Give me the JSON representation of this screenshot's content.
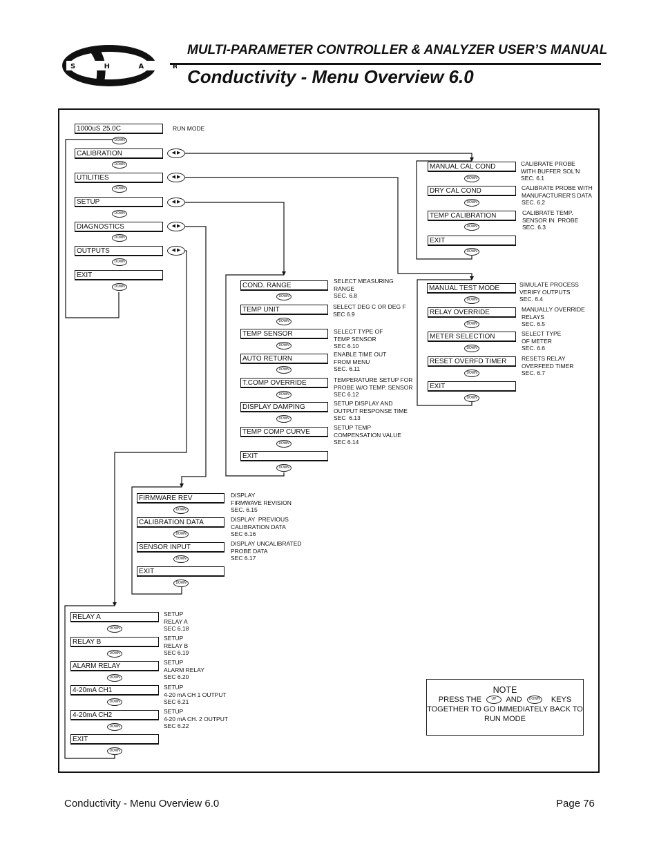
{
  "header": {
    "manual_title": "MULTI-PARAMETER CONTROLLER & ANALYZER USER’S MANUAL",
    "page_title": "Conductivity - Menu Overview 6.0",
    "logo_text": "S H A R K"
  },
  "labels": {
    "down": "DOWN",
    "up": "UP",
    "arrows": "◀ ▶"
  },
  "main_menu": {
    "display": "1000uS   25.0C",
    "display_desc": "RUN MODE",
    "items": [
      "CALIBRATION",
      "UTILITIES",
      "SETUP",
      "DIAGNOSTICS",
      "OUTPUTS",
      "EXIT"
    ]
  },
  "calibration_menu": {
    "items": [
      "MANUAL CAL COND",
      "DRY CAL COND",
      "TEMP CALIBRATION",
      "EXIT"
    ],
    "descs": [
      "CALIBRATE PROBE\nWITH BUFFER SOL'N\nSEC. 6.1",
      "CALIBRATE PROBE WITH\nMANUFACTURER'S DATA\nSEC. 6.2",
      "CALIBRATE TEMP.\nSENSOR IN  PROBE\nSEC. 6.3"
    ]
  },
  "utilities_menu": {
    "items": [
      "MANUAL TEST MODE",
      "RELAY OVERRIDE",
      "METER SELECTION",
      "RESET OVERFD TIMER",
      "EXIT"
    ],
    "descs": [
      "SIMULATE PROCESS\nVERIFY OUTPUTS\nSEC. 6.4",
      "MANUALLY OVERRIDE\nRELAYS\nSEC. 6.5",
      "SELECT TYPE\nOF METER\nSEC. 6.6",
      "RESETS RELAY\nOVERFEED TIMER\nSEC. 6.7"
    ]
  },
  "setup_menu": {
    "items": [
      "COND. RANGE",
      "TEMP UNIT",
      "TEMP SENSOR",
      "AUTO RETURN",
      "T.COMP OVERRIDE",
      "DISPLAY DAMPING",
      "TEMP COMP CURVE",
      "EXIT"
    ],
    "descs": [
      "SELECT MEASURING\nRANGE\nSEC. 6.8",
      "SELECT DEG C OR DEG F\nSEC 6.9",
      "SELECT TYPE OF\nTEMP SENSOR\nSEC 6.10",
      "ENABLE TIME OUT\nFROM MENU\nSEC. 6.11",
      "TEMPERATURE SETUP FOR\nPROBE W/O TEMP. SENSOR\nSEC 6.12",
      "SETUP DISPLAY AND\nOUTPUT RESPONSE TIME\nSEC  6.13",
      "SETUP TEMP\nCOMPENSATION VALUE\nSEC 6.14"
    ]
  },
  "diagnostics_menu": {
    "items": [
      "FIRMWARE REV",
      "CALIBRATION DATA",
      "SENSOR INPUT",
      "EXIT"
    ],
    "descs": [
      "DISPLAY\nFIRMWAVE REVISION\nSEC. 6.15",
      "DISPLAY  PREVIOUS\nCALIBRATION DATA\nSEC 6.16",
      "DISPLAY UNCALIBRATED\nPROBE DATA\nSEC 6.17"
    ]
  },
  "outputs_menu": {
    "items": [
      "RELAY A",
      "RELAY B",
      "ALARM RELAY",
      "4-20mA CH1",
      "4-20mA CH2",
      "EXIT"
    ],
    "descs": [
      "SETUP\nRELAY A\nSEC 6.18",
      "SETUP\nRELAY B\nSEC 6.19",
      "SETUP\nALARM RELAY\nSEC 6.20",
      "SETUP\n4-20 mA CH 1 OUTPUT\nSEC 6.21",
      "SETUP\n4-20 mA CH. 2 OUTPUT\nSEC 6.22"
    ]
  },
  "note": {
    "title": "NOTE",
    "press": "PRESS THE",
    "and": "AND",
    "keys": "KEYS",
    "line2": "TOGETHER TO GO IMMEDIATELY BACK TO",
    "line3": "RUN MODE"
  },
  "footer": {
    "left": "Conductivity - Menu Overview 6.0",
    "right": "Page 76"
  }
}
